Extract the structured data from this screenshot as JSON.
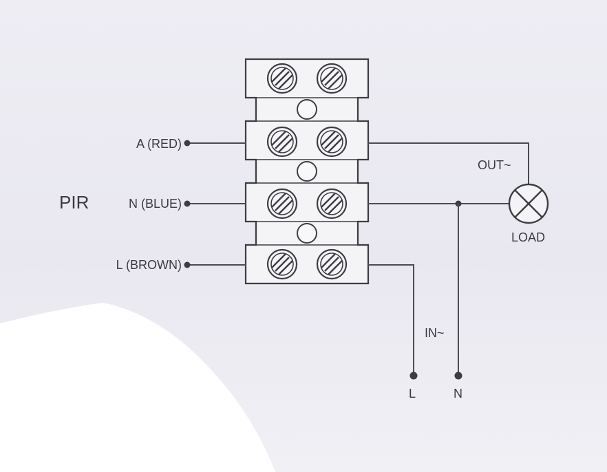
{
  "diagram": {
    "pir_label": "PIR",
    "inputs": {
      "a": "A (RED)",
      "n": "N (BLUE)",
      "l": "L (BROWN)"
    },
    "out_label": "OUT~",
    "load_label": "LOAD",
    "in_label": "IN~",
    "supply": {
      "l": "L",
      "n": "N"
    },
    "colors": {
      "ink": "#3c3c42",
      "paper": "#ebeaf2"
    }
  }
}
